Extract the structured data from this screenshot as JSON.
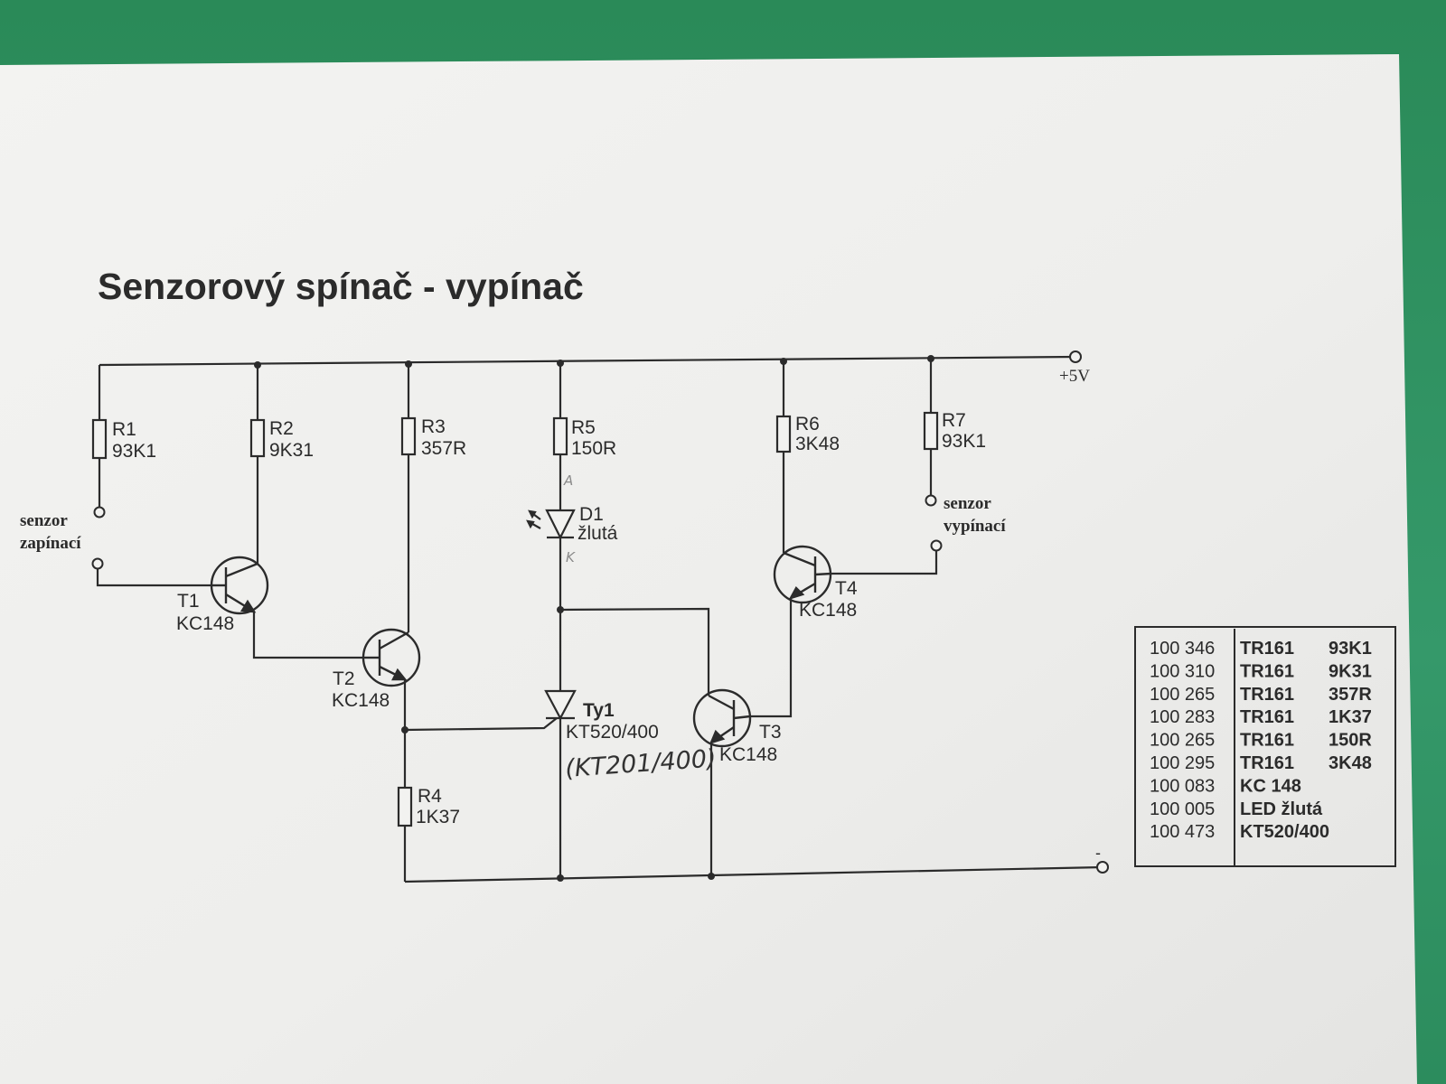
{
  "title": "Senzorový spínač - vypínač",
  "supply_label": "+5V",
  "ground_label": "-",
  "resistors": [
    {
      "ref": "R1",
      "value": "93K1"
    },
    {
      "ref": "R2",
      "value": "9K31"
    },
    {
      "ref": "R3",
      "value": "357R"
    },
    {
      "ref": "R4",
      "value": "1K37"
    },
    {
      "ref": "R5",
      "value": "150R"
    },
    {
      "ref": "R6",
      "value": "3K48"
    },
    {
      "ref": "R7",
      "value": "93K1"
    }
  ],
  "transistors": [
    {
      "ref": "T1",
      "type": "KC148"
    },
    {
      "ref": "T2",
      "type": "KC148"
    },
    {
      "ref": "T3",
      "type": "KC148"
    },
    {
      "ref": "T4",
      "type": "KC148"
    }
  ],
  "diode": {
    "ref": "D1",
    "value": "žlutá",
    "anode_mark": "A",
    "cathode_mark": "K"
  },
  "thyristor": {
    "ref": "Ty1",
    "type": "KT520/400",
    "handwritten_note": "(KT201/400)"
  },
  "sensor_on": {
    "line1": "senzor",
    "line2": "zapínací"
  },
  "sensor_off": {
    "line1": "senzor",
    "line2": "vypínací"
  },
  "parts_table": {
    "rows": [
      {
        "code": "100 346",
        "part": "TR161",
        "value": "93K1"
      },
      {
        "code": "100 310",
        "part": "TR161",
        "value": "9K31"
      },
      {
        "code": "100 265",
        "part": "TR161",
        "value": "357R"
      },
      {
        "code": "100 283",
        "part": "TR161",
        "value": "1K37"
      },
      {
        "code": "100 265",
        "part": "TR161",
        "value": "150R"
      },
      {
        "code": "100 295",
        "part": "TR161",
        "value": "3K48"
      },
      {
        "code": "100 083",
        "part": "KC 148",
        "value": ""
      },
      {
        "code": "100 005",
        "part": "LED žlutá",
        "value": ""
      },
      {
        "code": "100 473",
        "part": "KT520/400",
        "value": ""
      }
    ]
  },
  "colors": {
    "background": "#2e8f5c",
    "paper": "#f2f2f0",
    "ink": "#2b2b2b"
  }
}
